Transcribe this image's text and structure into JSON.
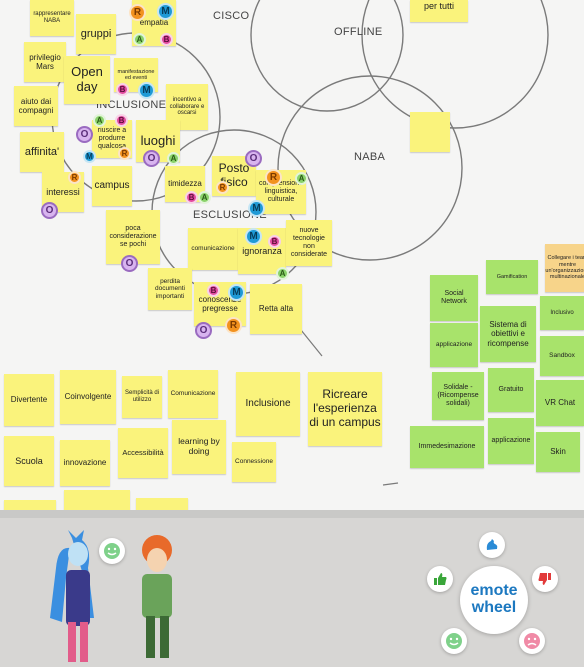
{
  "circle_labels": {
    "cisco": "CISCO",
    "offline": "OFFLINE",
    "naba": "NABA",
    "inclusione": "INCLUSIONE",
    "esclusione": "ESCLUSIONE"
  },
  "notes": [
    {
      "text": "rappresentare NABA"
    },
    {
      "text": "gruppi"
    },
    {
      "text": "empatia"
    },
    {
      "text": "per tutti"
    },
    {
      "text": "privilegio Mars"
    },
    {
      "text": "Open day"
    },
    {
      "text": "manifestazione ed eventi"
    },
    {
      "text": "aiuto dai compagni"
    },
    {
      "text": "incentivo a collaborare e oscarsi"
    },
    {
      "text": "riuscire a produrre qualcosa"
    },
    {
      "text": "luoghi"
    },
    {
      "text": "affinita'"
    },
    {
      "text": "interessi"
    },
    {
      "text": "campus"
    },
    {
      "text": "timidezza"
    },
    {
      "text": "Posto fisico"
    },
    {
      "text": "comprensione linguistica, culturale"
    },
    {
      "text": ""
    },
    {
      "text": "poca considerazione se pochi"
    },
    {
      "text": "comunicazione"
    },
    {
      "text": "ignoranza"
    },
    {
      "text": "nuove tecnologie non considerate"
    },
    {
      "text": "perdita documenti importanti"
    },
    {
      "text": "conoscenze pregresse"
    },
    {
      "text": "Retta alta"
    },
    {
      "text": "Divertente"
    },
    {
      "text": "Coinvolgente"
    },
    {
      "text": "Semplicità di utilizzo"
    },
    {
      "text": "Comunicazione"
    },
    {
      "text": "Inclusione"
    },
    {
      "text": "Ricreare l'esperienza di un campus"
    },
    {
      "text": "Scuola"
    },
    {
      "text": "innovazione"
    },
    {
      "text": "Accessibilità"
    },
    {
      "text": "learning by doing"
    },
    {
      "text": "Connessione"
    },
    {
      "text": ""
    },
    {
      "text": ""
    },
    {
      "text": ""
    },
    {
      "text": "Collegare i team mentre un'organizzazione multinazionale"
    },
    {
      "text": "Gamification"
    },
    {
      "text": "Social Network"
    },
    {
      "text": "Inclusivo"
    },
    {
      "text": "applicazione"
    },
    {
      "text": "Sistema di obiettivi e ricompense"
    },
    {
      "text": "Sandbox"
    },
    {
      "text": "Solidale - (Ricompense solidali)"
    },
    {
      "text": "Gratuito"
    },
    {
      "text": "VR Chat"
    },
    {
      "text": "Immedesimazione"
    },
    {
      "text": "applicazione"
    },
    {
      "text": "Skin"
    }
  ],
  "emote_wheel": {
    "title_line1": "emote",
    "title_line2": "wheel"
  }
}
